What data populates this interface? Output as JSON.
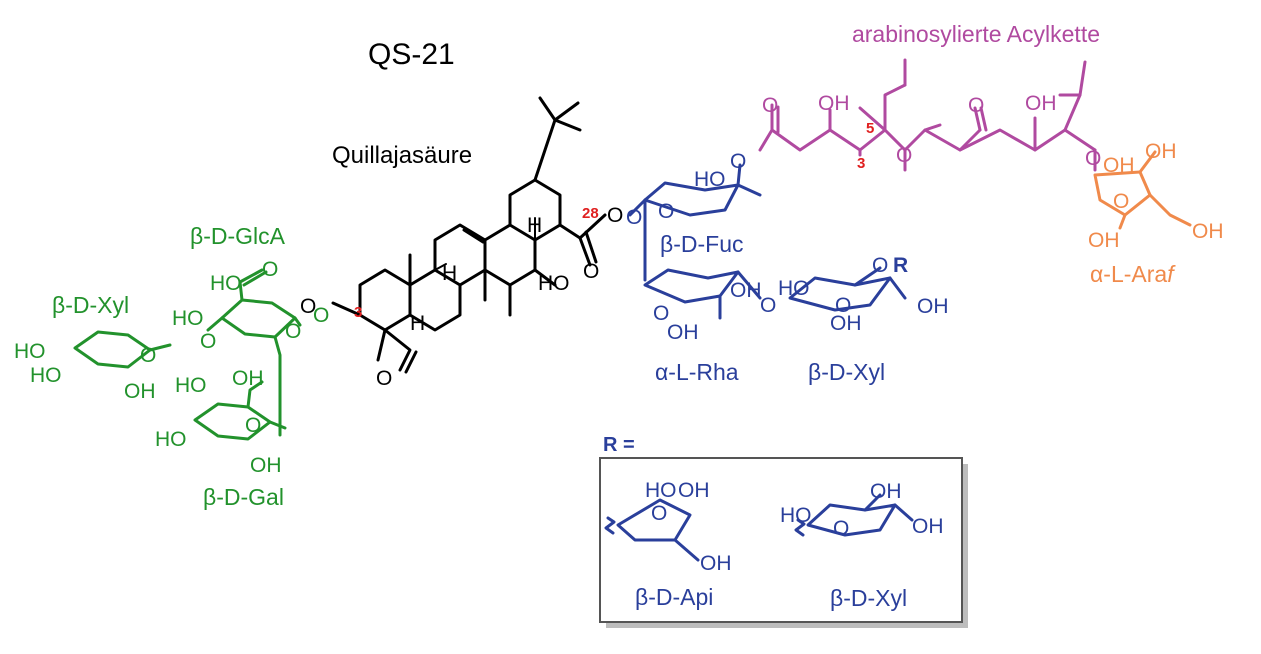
{
  "title": "QS-21",
  "labels": {
    "acyl_chain": "arabinosylierte Acylkette",
    "aglycone": "Quillajasäure",
    "glca": "β-D-GlcA",
    "xyl_left": "β-D-Xyl",
    "gal": "β-D-Gal",
    "fuc": "β-D-Fuc",
    "rha": "α-L-Rha",
    "xyl_mid": "β-D-Xyl",
    "ara_prefix": "α-L-Ara",
    "ara_suffix": "f",
    "api": "β-D-Api",
    "xyl_box": "β-D-Xyl",
    "r_eq": "R ="
  },
  "numbers": {
    "c3": "3",
    "c28": "28",
    "acyl_c3": "3",
    "acyl_c5": "5"
  },
  "atoms": {
    "OH": "OH",
    "HO": "HO",
    "O": "O",
    "H": "H",
    "OR_O": "O",
    "OR_R": "R"
  },
  "colors": {
    "black": "#000000",
    "green": "#22922c",
    "blue": "#2a3f9b",
    "magenta": "#b04aa0",
    "orange": "#f08a4b",
    "red": "#e02020",
    "box_border": "#555555",
    "box_shadow": "#bdbdbd"
  }
}
